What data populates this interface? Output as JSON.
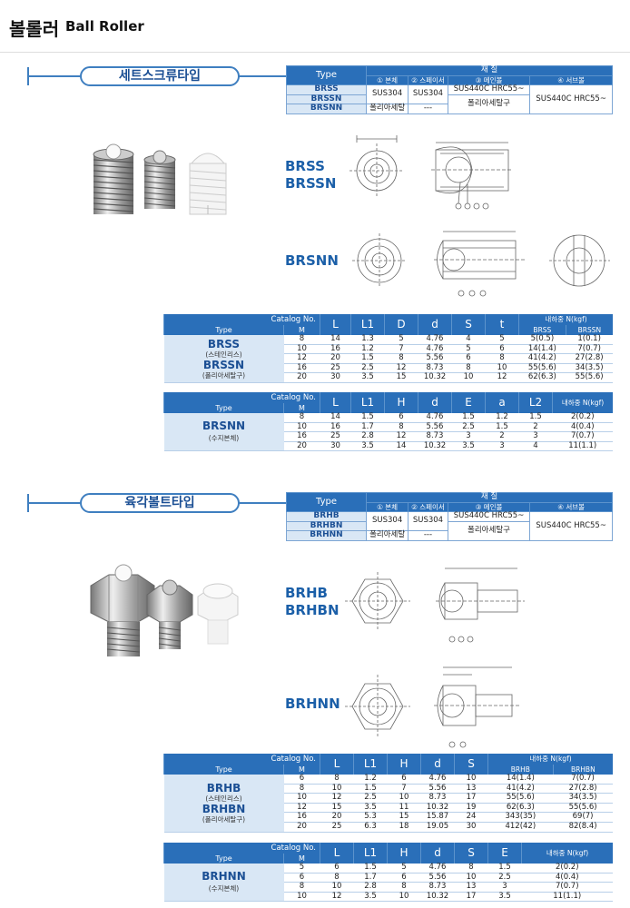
{
  "header": {
    "title_ko": "볼롤러",
    "title_en": "Ball Roller"
  },
  "material_headers": {
    "type": "Type",
    "material": "재  질",
    "cols": [
      "① 본체",
      "② 스페이서",
      "③ 메인볼",
      "④ 서브볼"
    ]
  },
  "section1": {
    "title": "세트스크류타입",
    "types": [
      "BRSS",
      "BRSSN",
      "BRSNN"
    ],
    "mat": {
      "body_a": "SUS304",
      "spacer_a": "SUS304",
      "main_a": "SUS440C  HRC55~",
      "main_b": "폴리아세탈구",
      "sub": "SUS440C  HRC55~",
      "body_b": "폴리아세탈",
      "spacer_b": "---"
    },
    "label1": "BRSS",
    "label2": "BRSSN",
    "label3": "BRSNN",
    "spec1": {
      "catalog": "Catalog No.",
      "type": "Type",
      "m": "M",
      "cols": [
        "L",
        "L1",
        "D",
        "d",
        "S",
        "t"
      ],
      "load": "내하중 N(kgf)",
      "load_sub": [
        "BRSS",
        "BRSSN"
      ],
      "name1": "BRSS",
      "name1_sub": "(스테인리스)",
      "name2": "BRSSN",
      "name2_sub": "(폴리아세탈구)",
      "rows": [
        [
          "8",
          "14",
          "1.3",
          "5",
          "4.76",
          "4",
          "5",
          "5(0.5)",
          "1(0.1)"
        ],
        [
          "10",
          "16",
          "1.2",
          "7",
          "4.76",
          "5",
          "6",
          "14(1.4)",
          "7(0.7)"
        ],
        [
          "12",
          "20",
          "1.5",
          "8",
          "5.56",
          "6",
          "8",
          "41(4.2)",
          "27(2.8)"
        ],
        [
          "16",
          "25",
          "2.5",
          "12",
          "8.73",
          "8",
          "10",
          "55(5.6)",
          "34(3.5)"
        ],
        [
          "20",
          "30",
          "3.5",
          "15",
          "10.32",
          "10",
          "12",
          "62(6.3)",
          "55(5.6)"
        ]
      ]
    },
    "spec2": {
      "catalog": "Catalog No.",
      "type": "Type",
      "m": "M",
      "cols": [
        "L",
        "L1",
        "H",
        "d",
        "E",
        "a",
        "L2"
      ],
      "load": "내하중 N(kgf)",
      "name": "BRSNN",
      "name_sub": "(수지본체)",
      "rows": [
        [
          "8",
          "14",
          "1.5",
          "6",
          "4.76",
          "1.5",
          "1.2",
          "1.5",
          "2(0.2)"
        ],
        [
          "10",
          "16",
          "1.7",
          "8",
          "5.56",
          "2.5",
          "1.5",
          "2",
          "4(0.4)"
        ],
        [
          "16",
          "25",
          "2.8",
          "12",
          "8.73",
          "3",
          "2",
          "3",
          "7(0.7)"
        ],
        [
          "20",
          "30",
          "3.5",
          "14",
          "10.32",
          "3.5",
          "3",
          "4",
          "11(1.1)"
        ]
      ]
    }
  },
  "section2": {
    "title": "육각볼트타입",
    "types": [
      "BRHB",
      "BRHBN",
      "BRHNN"
    ],
    "mat": {
      "body_a": "SUS304",
      "spacer_a": "SUS304",
      "main_a": "SUS440C  HRC55~",
      "main_b": "폴리아세탈구",
      "sub": "SUS440C  HRC55~",
      "body_b": "폴리아세탈",
      "spacer_b": "---"
    },
    "label1": "BRHB",
    "label2": "BRHBN",
    "label3": "BRHNN",
    "spec1": {
      "catalog": "Catalog No.",
      "type": "Type",
      "m": "M",
      "cols": [
        "L",
        "L1",
        "H",
        "d",
        "S"
      ],
      "load": "내하중 N(kgf)",
      "load_sub": [
        "BRHB",
        "BRHBN"
      ],
      "name1": "BRHB",
      "name1_sub": "(스테인리스)",
      "name2": "BRHBN",
      "name2_sub": "(폴리아세탈구)",
      "rows": [
        [
          "6",
          "8",
          "1.2",
          "6",
          "4.76",
          "10",
          "14(1.4)",
          "7(0.7)"
        ],
        [
          "8",
          "10",
          "1.5",
          "7",
          "5.56",
          "13",
          "41(4.2)",
          "27(2.8)"
        ],
        [
          "10",
          "12",
          "2.5",
          "10",
          "8.73",
          "17",
          "55(5.6)",
          "34(3.5)"
        ],
        [
          "12",
          "15",
          "3.5",
          "11",
          "10.32",
          "19",
          "62(6.3)",
          "55(5.6)"
        ],
        [
          "16",
          "20",
          "5.3",
          "15",
          "15.87",
          "24",
          "343(35)",
          "69(7)"
        ],
        [
          "20",
          "25",
          "6.3",
          "18",
          "19.05",
          "30",
          "412(42)",
          "82(8.4)"
        ]
      ]
    },
    "spec2": {
      "catalog": "Catalog No.",
      "type": "Type",
      "m": "M",
      "cols": [
        "L",
        "L1",
        "H",
        "d",
        "S",
        "E"
      ],
      "load": "내하중 N(kgf)",
      "name": "BRHNN",
      "name_sub": "(수지본체)",
      "rows": [
        [
          "5",
          "6",
          "1.5",
          "5",
          "4.76",
          "8",
          "1.5",
          "2(0.2)"
        ],
        [
          "6",
          "8",
          "1.7",
          "6",
          "5.56",
          "10",
          "2.5",
          "4(0.4)"
        ],
        [
          "8",
          "10",
          "2.8",
          "8",
          "8.73",
          "13",
          "3",
          "7(0.7)"
        ],
        [
          "10",
          "12",
          "3.5",
          "10",
          "10.32",
          "17",
          "3.5",
          "11(1.1)"
        ]
      ]
    }
  }
}
